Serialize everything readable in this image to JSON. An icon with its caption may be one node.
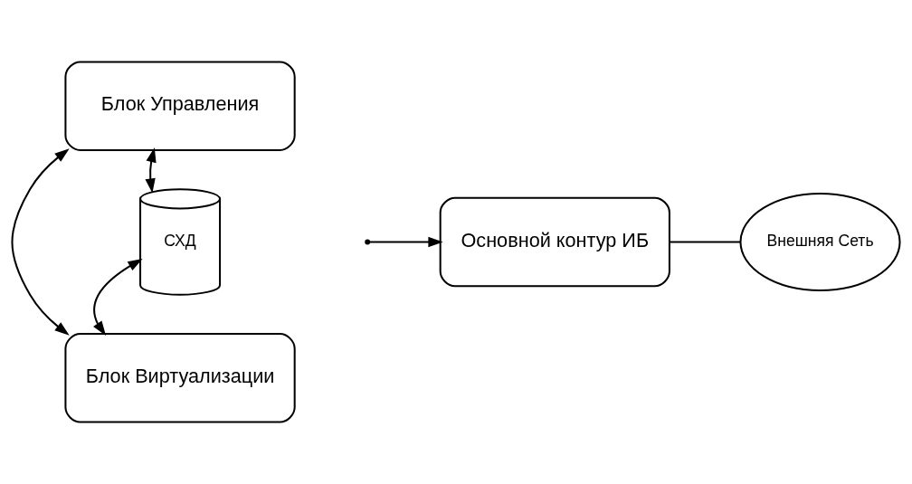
{
  "diagram": {
    "nodes": [
      {
        "text": [
          "Блок Управления"
        ]
      },
      {
        "text": [
          "СХД"
        ]
      },
      {
        "text": [
          "Основной контур ИБ"
        ]
      },
      {
        "text": [
          "Внешняя Сеть"
        ]
      },
      {
        "text": [
          "Блок Виртуализации"
        ]
      }
    ],
    "edges": [
      {
        "from": 0,
        "to": 1,
        "arrow": "both"
      },
      {
        "from": 1,
        "to": 4,
        "arrow": "both"
      },
      {
        "from": 0,
        "to": 4,
        "arrow": "both"
      },
      {
        "from": null,
        "to": 2,
        "arrow": "to"
      },
      {
        "from": 2,
        "to": 3,
        "arrow": "none"
      }
    ]
  }
}
